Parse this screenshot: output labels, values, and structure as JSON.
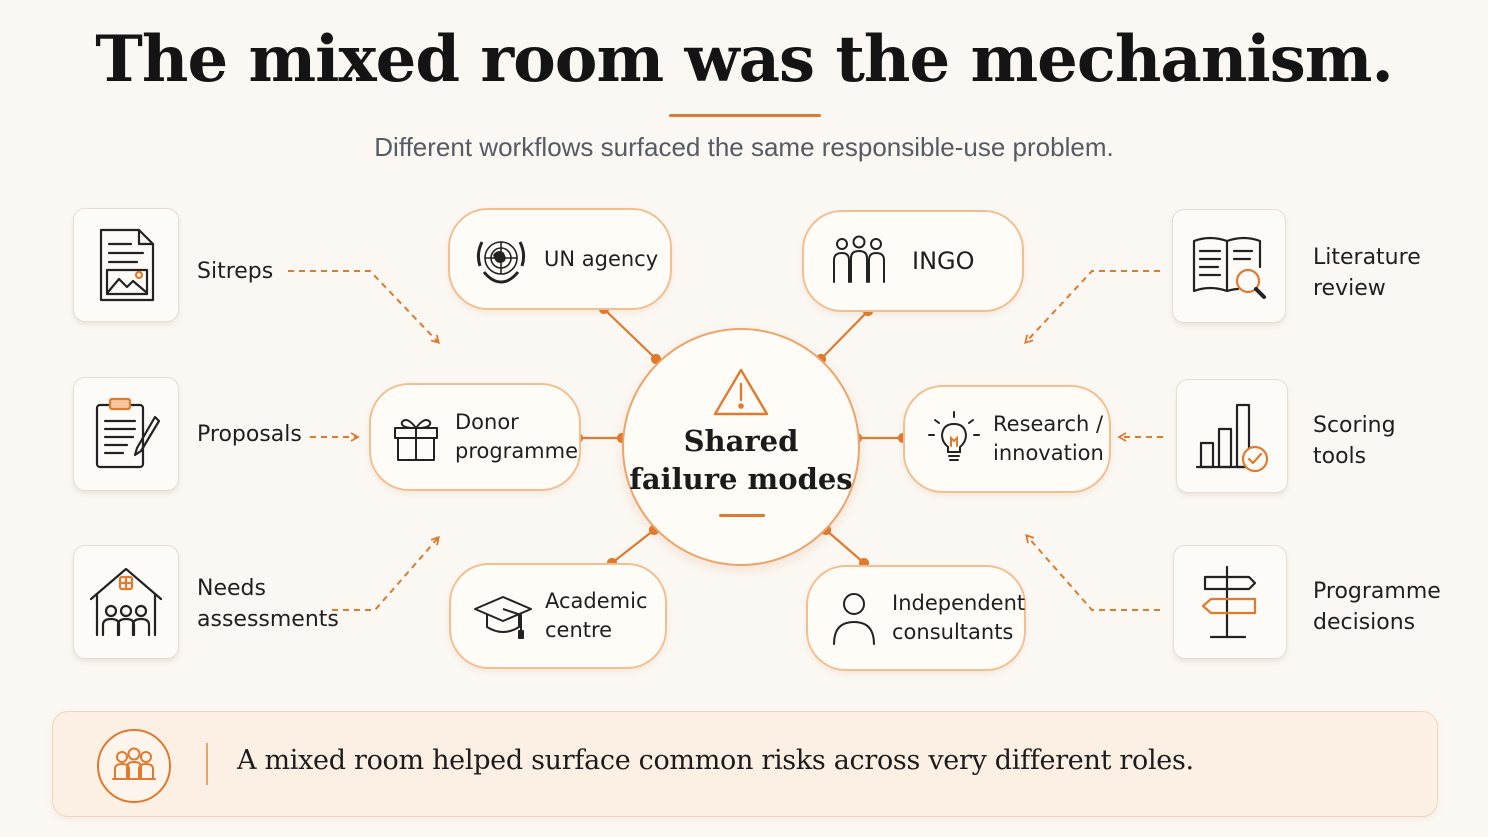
{
  "title": "The mixed room was the mechanism.",
  "subtitle": "Different workflows surfaced the same responsible-use problem.",
  "center": {
    "title_line1": "Shared",
    "title_line2": "failure modes",
    "icon": "warning-icon"
  },
  "left_workflows": [
    {
      "label_line1": "Sitreps",
      "label_line2": "",
      "icon": "report-document-icon"
    },
    {
      "label_line1": "Proposals",
      "label_line2": "",
      "icon": "clipboard-pen-icon"
    },
    {
      "label_line1": "Needs",
      "label_line2": "assessments",
      "icon": "community-house-icon"
    }
  ],
  "right_workflows": [
    {
      "label_line1": "Literature",
      "label_line2": "review",
      "icon": "book-magnifier-icon"
    },
    {
      "label_line1": "Scoring",
      "label_line2": "tools",
      "icon": "bar-chart-check-icon"
    },
    {
      "label_line1": "Programme",
      "label_line2": "decisions",
      "icon": "signpost-icon"
    }
  ],
  "roles": [
    {
      "label_line1": "UN agency",
      "label_line2": "",
      "icon": "un-emblem-icon"
    },
    {
      "label_line1": "INGO",
      "label_line2": "",
      "icon": "people-group-icon"
    },
    {
      "label_line1": "Donor",
      "label_line2": "programme",
      "icon": "gift-icon"
    },
    {
      "label_line1": "Research /",
      "label_line2": "innovation",
      "icon": "lightbulb-icon"
    },
    {
      "label_line1": "Academic",
      "label_line2": "centre",
      "icon": "graduation-cap-icon"
    },
    {
      "label_line1": "Independent",
      "label_line2": "consultants",
      "icon": "person-icon"
    }
  ],
  "banner": {
    "text": "A mixed room helped surface common risks across very different roles.",
    "icon": "group-circle-icon"
  },
  "colors": {
    "accent": "#e07a2e",
    "pill_border": "#f2bf91",
    "background": "#fbf8f4",
    "banner_bg": "#fcefe3"
  }
}
